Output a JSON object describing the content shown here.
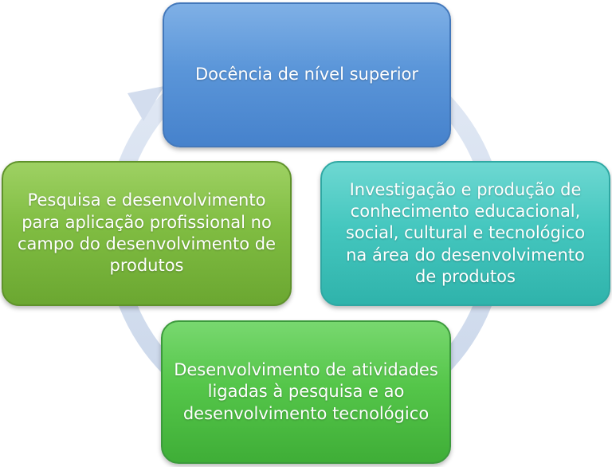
{
  "nodes": {
    "top": "Docência de nível superior",
    "right": "Investigação e produção de conhecimento educacional, social, cultural e tecnológico na área do desenvolvimento de produtos",
    "bottom": "Desenvolvimento de atividades ligadas à pesquisa e ao desenvolvimento tecnológico",
    "left": "Pesquisa e desenvolvimento para aplicação profissional no campo do desenvolvimento de produtos"
  },
  "colors": {
    "ring": "#d5e0ef",
    "top": "#5b96d9",
    "right": "#45c7bf",
    "bottom": "#55c64a",
    "left": "#80bd42"
  }
}
